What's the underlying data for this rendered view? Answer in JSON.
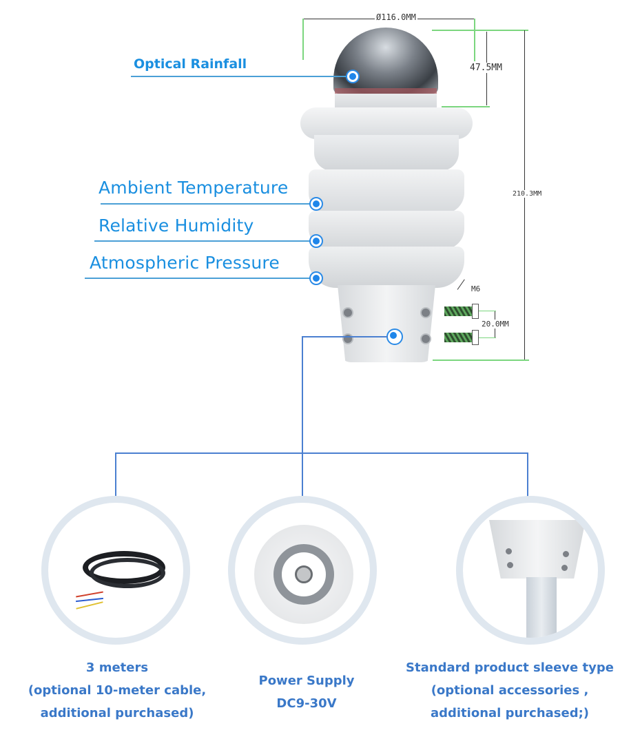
{
  "sensor_labels": {
    "optical_rainfall": "Optical Rainfall",
    "ambient_temperature": "Ambient Temperature",
    "relative_humidity": "Relative Humidity",
    "atmospheric_pressure": "Atmospheric Pressure"
  },
  "dimensions": {
    "diameter": "Ø116.0MM",
    "dome_height": "47.5MM",
    "total_height": "210.3MM",
    "screw_spacing": "20.0MM",
    "screw_type": "M6"
  },
  "accessories": [
    {
      "name": "cable",
      "lines": [
        "3 meters",
        "(optional 10-meter cable,",
        "additional purchased)"
      ]
    },
    {
      "name": "power-connector",
      "lines": [
        "Power Supply",
        "DC9-30V"
      ]
    },
    {
      "name": "sleeve-mount",
      "lines": [
        "Standard product sleeve type",
        "(optional accessories ,",
        "additional purchased;)"
      ]
    }
  ],
  "colors": {
    "label_blue": "#1a8fe0",
    "caption_blue": "#3a78c8",
    "connector_line": "#4a7fd0",
    "dimension_green": "#7bd67e",
    "circle_ring": "#dfe7ef"
  }
}
